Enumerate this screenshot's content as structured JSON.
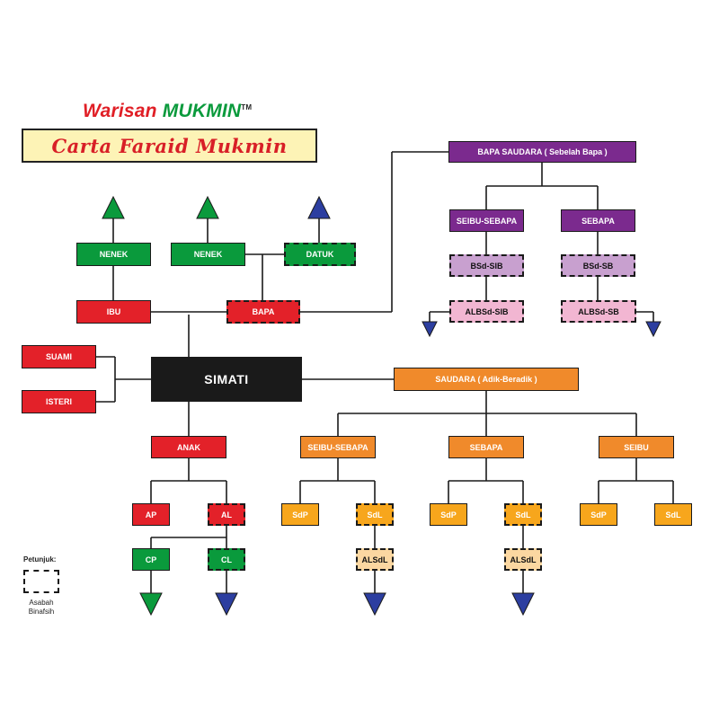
{
  "header": {
    "brand_part1": "Warisan",
    "brand_part2": "MUKMIN",
    "brand_tm": "TM",
    "title": "Carta Faraid Mukmin"
  },
  "colors": {
    "red": "#e32129",
    "green": "#0a9a3c",
    "purple": "#7b2a8e",
    "light_purple": "#c8a0cf",
    "pink": "#f2b6d2",
    "orange": "#f08a2b",
    "amber": "#f7a61c",
    "pale_amber": "#fbd7a1",
    "black": "#1a1a1a",
    "up_arrow_blue": "#2c3ea0"
  },
  "nodes": {
    "simati": "SIMATI",
    "suami": "SUAMI",
    "isteri": "ISTERI",
    "ibu": "IBU",
    "bapa": "BAPA",
    "nenek_ibu": "NENEK",
    "nenek_bapa": "NENEK",
    "datuk": "DATUK",
    "bapa_saudara": "BAPA SAUDARA ( Sebelah Bapa )",
    "bs_seibu_sebapa": "SEIBU-SEBAPA",
    "bs_sebapa": "SEBAPA",
    "bsd_sib": "BSd-SIB",
    "bsd_sb": "BSd-SB",
    "albsd_sib": "ALBSd-SIB",
    "albsd_sb": "ALBSd-SB",
    "saudara": "SAUDARA ( Adik-Beradik )",
    "s_seibu_sebapa": "SEIBU-SEBAPA",
    "s_sebapa": "SEBAPA",
    "s_seibu": "SEIBU",
    "sdp_1": "SdP",
    "sdl_1": "SdL",
    "sdp_2": "SdP",
    "sdl_2": "SdL",
    "sdp_3": "SdP",
    "sdl_3": "SdL",
    "alsdl_1": "ALSdL",
    "alsdl_2": "ALSdL",
    "anak": "ANAK",
    "ap": "AP",
    "al": "AL",
    "cp": "CP",
    "cl": "CL"
  },
  "legend": {
    "title": "Petunjuk:",
    "caption_line1": "Asabah",
    "caption_line2": "Binafsih"
  }
}
